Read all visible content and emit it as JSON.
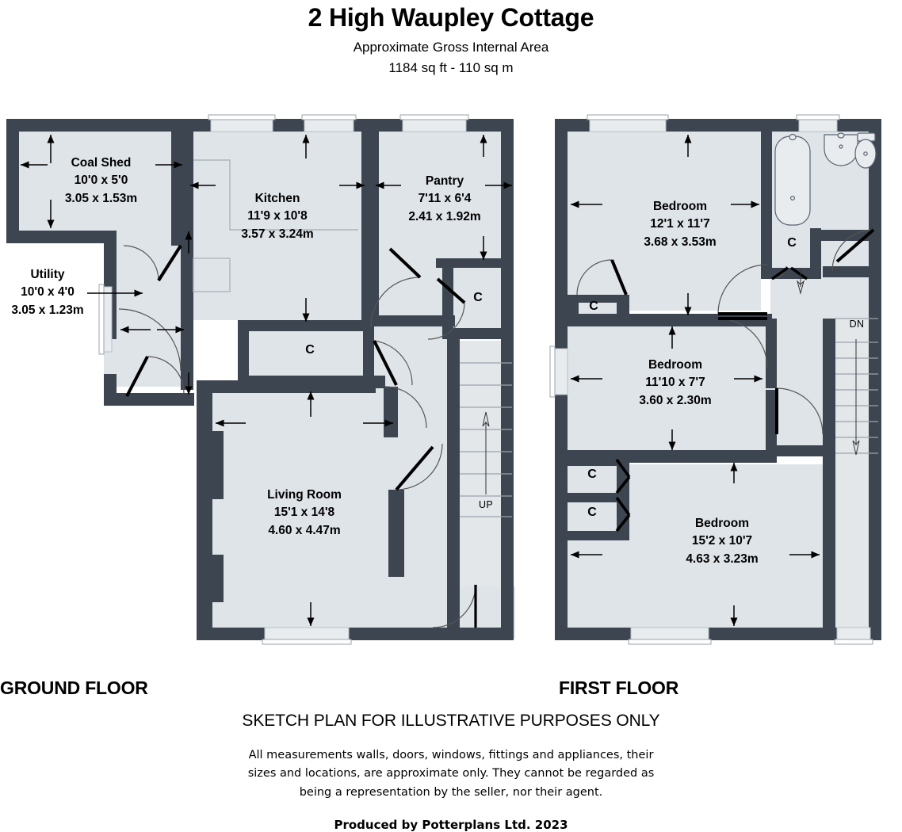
{
  "header": {
    "title": "2 High Waupley Cottage",
    "area_caption": "Approximate Gross Internal Area",
    "area_value": "1184 sq ft - 110 sq m"
  },
  "colors": {
    "wall": "#3d4550",
    "floor_fill": "#dfe4e9",
    "window_fill": "#e8ecef",
    "stair_fill": "#e3e7ea",
    "line": "#000000",
    "fixture_line": "#5a6470"
  },
  "ground_floor": {
    "caption": "GROUND FLOOR",
    "rooms": [
      {
        "name": "Coal Shed",
        "dim_ft": "10'0 x 5'0",
        "dim_m": "3.05 x 1.53m"
      },
      {
        "name": "Utility",
        "dim_ft": "10'0 x 4'0",
        "dim_m": "3.05 x 1.23m"
      },
      {
        "name": "Kitchen",
        "dim_ft": "11'9 x 10'8",
        "dim_m": "3.57 x 3.24m"
      },
      {
        "name": "Pantry",
        "dim_ft": "7'11 x 6'4",
        "dim_m": "2.41 x 1.92m"
      },
      {
        "name": "Living Room",
        "dim_ft": "15'1 x 14'8",
        "dim_m": "4.60 x 4.47m"
      }
    ],
    "cupboards": [
      "C",
      "C"
    ],
    "stair_label": "UP"
  },
  "first_floor": {
    "caption": "FIRST FLOOR",
    "rooms": [
      {
        "name": "Bedroom",
        "dim_ft": "12'1 x 11'7",
        "dim_m": "3.68 x 3.53m"
      },
      {
        "name": "Bedroom",
        "dim_ft": "11'10 x 7'7",
        "dim_m": "3.60 x 2.30m"
      },
      {
        "name": "Bedroom",
        "dim_ft": "15'2 x 10'7",
        "dim_m": "4.63 x 3.23m"
      }
    ],
    "cupboards": [
      "C",
      "C",
      "C",
      "C"
    ],
    "stair_label": "DN",
    "fixtures": [
      "bath-icon",
      "sink-icon",
      "toilet-icon"
    ]
  },
  "footer": {
    "sketch_note": "SKETCH PLAN FOR ILLUSTRATIVE PURPOSES ONLY",
    "disclaimer_line1": "All measurements walls, doors, windows, fittings and appliances, their",
    "disclaimer_line2": "sizes and locations, are approximate only. They cannot be regarded as",
    "disclaimer_line3": "being a representation by the seller, nor their agent.",
    "produced_by": "Produced by Potterplans Ltd. 2023"
  }
}
